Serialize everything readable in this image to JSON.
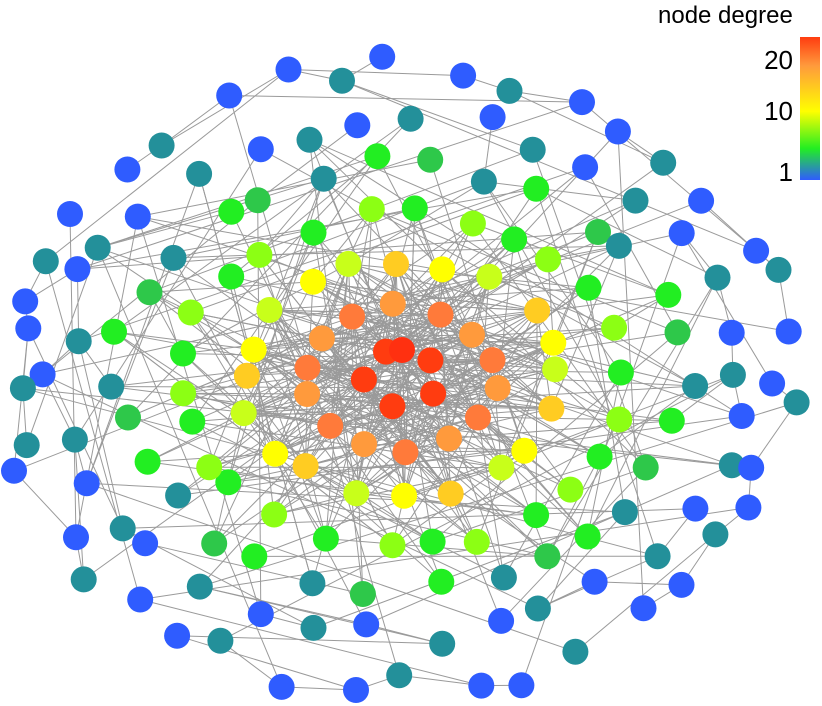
{
  "legend": {
    "title": "node degree",
    "ticks": [
      "20",
      "10",
      "1"
    ],
    "gradient": [
      "#ff3c10",
      "#ff9a3c",
      "#ffff00",
      "#22ee22",
      "#2f5cff"
    ]
  },
  "colors": {
    "edge": "#9a9a9a",
    "deg1": "#2f5cff",
    "teal": "#23909a",
    "green": "#22ee22",
    "yellow": "#ffff00",
    "orange": "#ff9a3c",
    "red": "#ff3c10"
  }
}
